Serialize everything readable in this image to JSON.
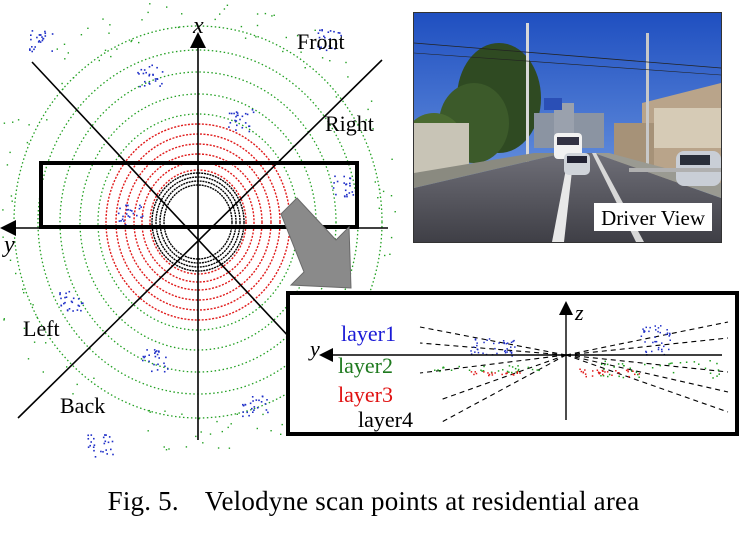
{
  "figure": {
    "labels": {
      "x_axis": "x",
      "y_axis": "y",
      "front": "Front",
      "right": "Right",
      "left": "Left",
      "back": "Back"
    },
    "driver_view": {
      "label": "Driver View"
    },
    "side_view": {
      "z_axis": "z",
      "y_axis": "y",
      "layers": [
        {
          "label": "layer1",
          "color": "#1a1ad6"
        },
        {
          "label": "layer2",
          "color": "#1f7a1f"
        },
        {
          "label": "layer3",
          "color": "#e01010"
        },
        {
          "label": "layer4",
          "color": "#000000"
        }
      ]
    },
    "colors": {
      "ring_red": "#e01a1a",
      "ring_green": "#22a022",
      "ring_black": "#000000",
      "points_blue": "#2030c8",
      "arrow_gray": "#808080"
    }
  },
  "caption": {
    "fig_label": "Fig. 5.",
    "text": "Velodyne scan points at residential area"
  }
}
